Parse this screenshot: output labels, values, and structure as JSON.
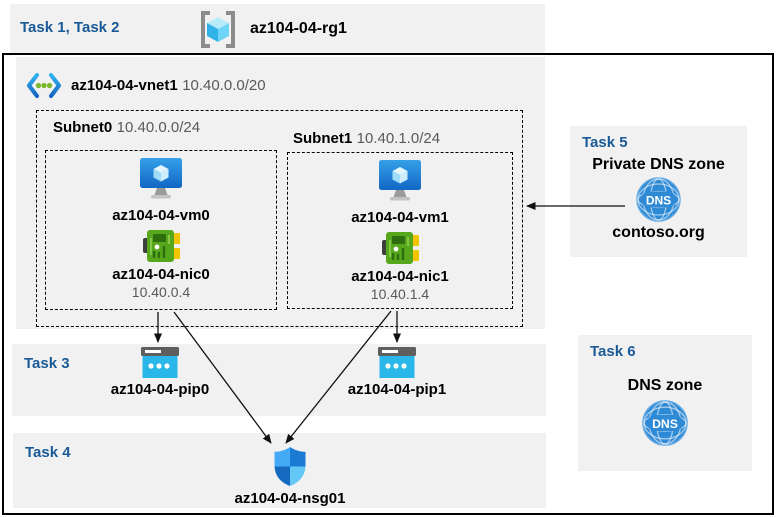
{
  "header": {
    "tasks_label": "Task 1, Task 2",
    "rg_name": "az104-04-rg1"
  },
  "vnet": {
    "name": "az104-04-vnet1",
    "cidr": "10.40.0.0/20",
    "subnets": [
      {
        "name": "Subnet0",
        "cidr": "10.40.0.0/24",
        "vm": "az104-04-vm0",
        "nic": "az104-04-nic0",
        "ip": "10.40.0.4"
      },
      {
        "name": "Subnet1",
        "cidr": "10.40.1.0/24",
        "vm": "az104-04-vm1",
        "nic": "az104-04-nic1",
        "ip": "10.40.1.4"
      }
    ]
  },
  "task3": {
    "label": "Task 3",
    "pips": [
      "az104-04-pip0",
      "az104-04-pip1"
    ]
  },
  "task4": {
    "label": "Task 4",
    "nsg": "az104-04-nsg01"
  },
  "task5": {
    "label": "Task 5",
    "title": "Private DNS zone",
    "zone_name": "contoso.org",
    "dns_icon_label": "DNS"
  },
  "task6": {
    "label": "Task 6",
    "title": "DNS zone",
    "dns_icon_label": "DNS"
  },
  "colors": {
    "task_heading_blue": "#1a5a96",
    "panel_gray": "#f1f1f2",
    "vm_blue": "#1673cf",
    "nic_green": "#5aa91d",
    "nic_yellow": "#f3c500",
    "pip_cyan": "#29b7ea",
    "nsg_blue_light": "#45aaf5",
    "nsg_blue_dark": "#1b7bd4",
    "dns_blue": "#2f8ad6",
    "muted_text": "#595959"
  }
}
